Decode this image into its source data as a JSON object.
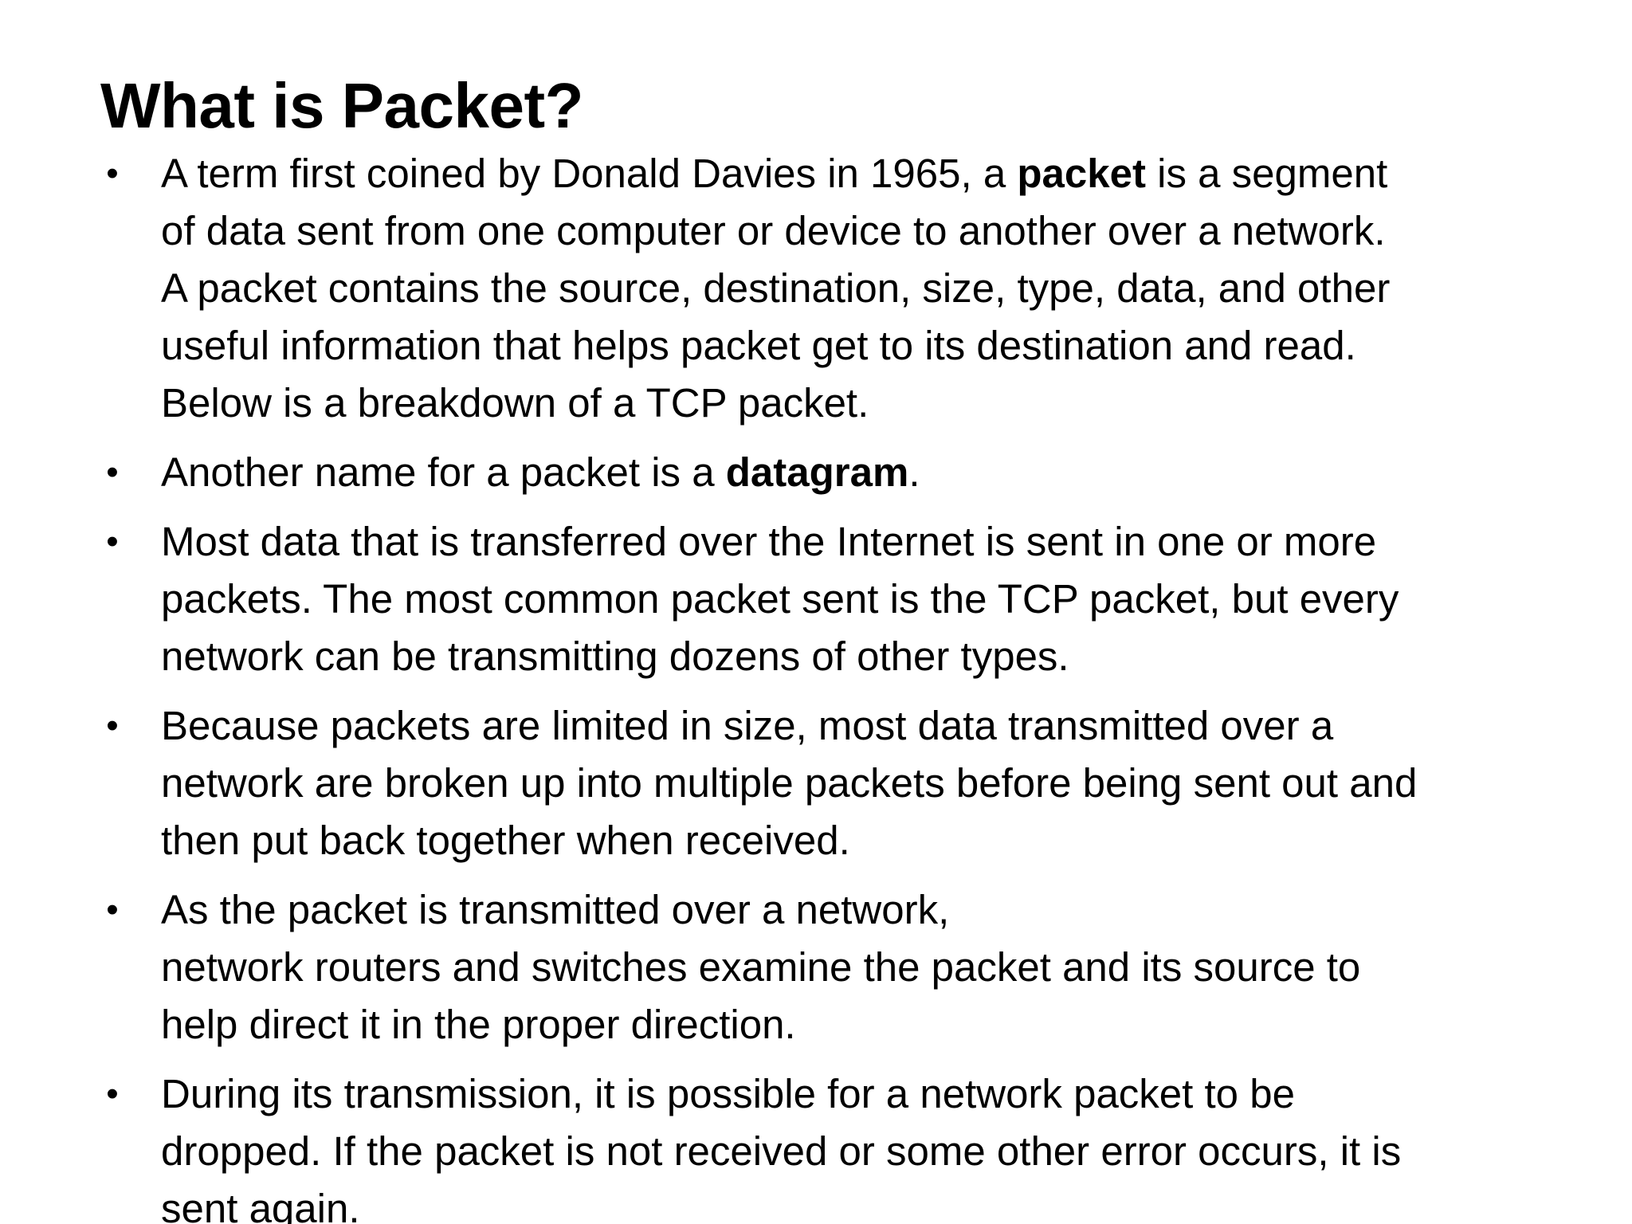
{
  "slide": {
    "title": "What is Packet?",
    "bullet_symbol": "•",
    "bullets": [
      {
        "lines": [
          {
            "before": "A term first coined by Donald Davies in 1965, a ",
            "bold": "packet",
            "after": " is a segment"
          },
          {
            "before": "of data sent from one computer or device to another over a network."
          },
          {
            "before": "A packet contains the source, destination, size, type, data, and other"
          },
          {
            "before": "useful information that helps packet get to its destination and read."
          },
          {
            "before": "Below is a breakdown of a TCP packet."
          }
        ]
      },
      {
        "lines": [
          {
            "before": "Another name for a packet is a ",
            "bold": "datagram",
            "after": "."
          }
        ]
      },
      {
        "lines": [
          {
            "before": "Most data that is transferred over the Internet is sent in one or more"
          },
          {
            "before": "packets. The most common packet sent is the TCP packet, but every"
          },
          {
            "before": "network can be transmitting dozens of other types."
          }
        ]
      },
      {
        "lines": [
          {
            "before": "Because packets are limited in size, most data transmitted over a"
          },
          {
            "before": "network are broken up into multiple packets before being sent out and"
          },
          {
            "before": "then put back together when received."
          }
        ]
      },
      {
        "lines": [
          {
            "before": "As the packet is transmitted over a network,"
          },
          {
            "before": "network routers and switches examine the packet and its source to"
          },
          {
            "before": "help direct it in the proper direction."
          }
        ]
      },
      {
        "lines": [
          {
            "before": "During its transmission, it is possible for a network packet to be"
          },
          {
            "before": "dropped. If the packet is not received or some other error occurs, it is"
          },
          {
            "before": "sent again."
          }
        ]
      }
    ]
  }
}
